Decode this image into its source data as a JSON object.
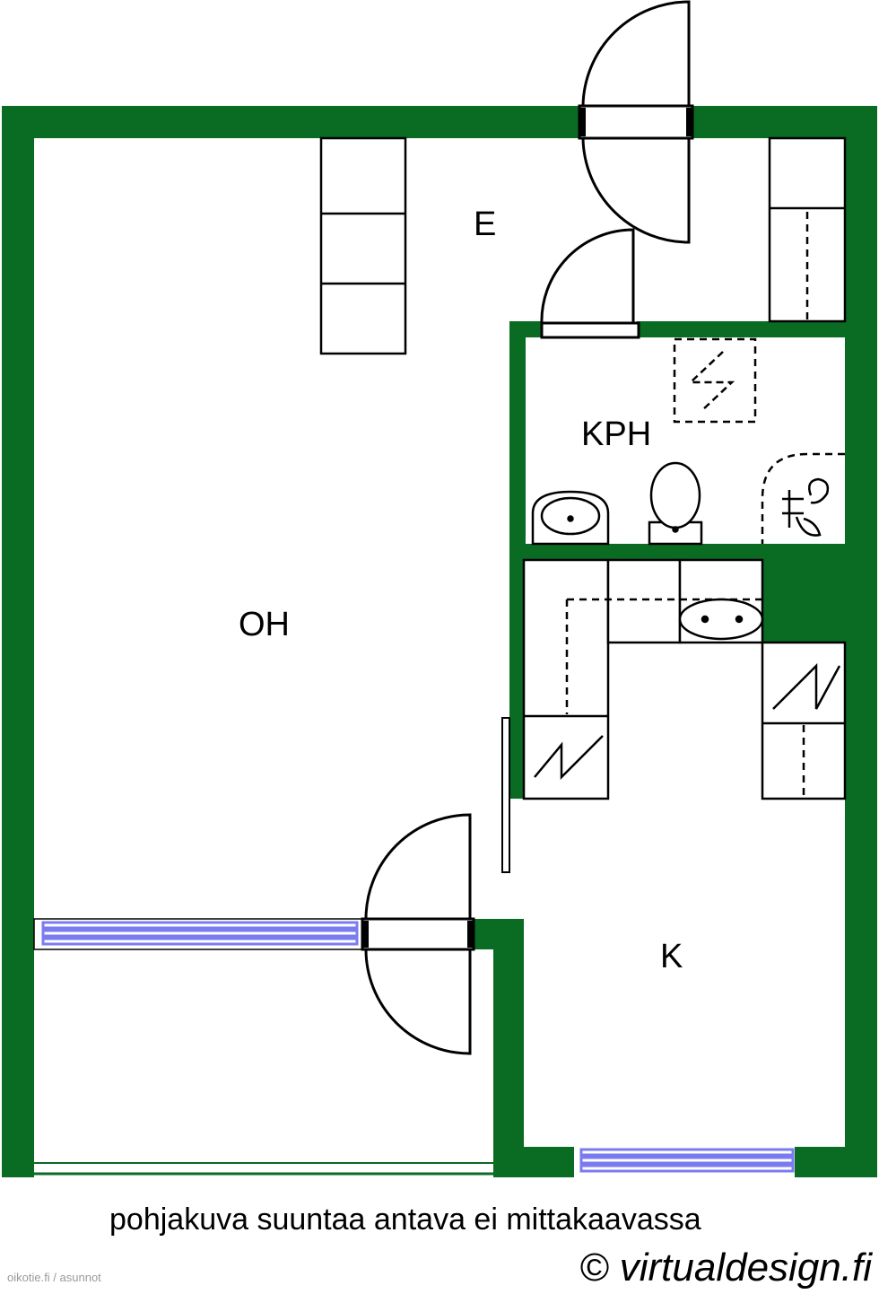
{
  "rooms": {
    "entrance": "E",
    "bathroom": "KPH",
    "living_room": "OH",
    "kitchen": "K"
  },
  "footer": {
    "disclaimer": "pohjakuva suuntaa antava ei mittakaavassa",
    "copyright": "© virtualdesign.fi",
    "watermark": "oikotie.fi / asunnot"
  },
  "colors": {
    "wall": "#0a6b23",
    "window": "#7b7bf0",
    "line": "#000000",
    "background": "#ffffff"
  }
}
